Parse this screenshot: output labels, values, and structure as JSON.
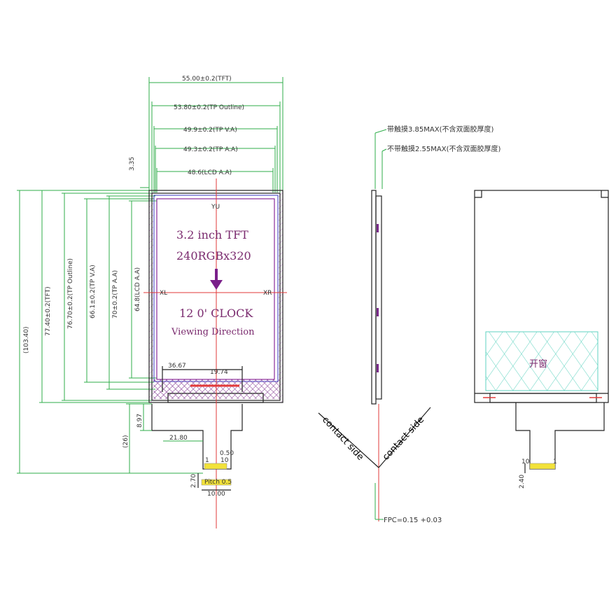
{
  "front_view": {
    "dims_horizontal": [
      "55.00±0.2(TFT)",
      "53.80±0.2(TP Outline)",
      "49.9±0.2(TP V.A)",
      "49.3±0.2(TP A.A)",
      "48.6(LCD A.A)"
    ],
    "dim_top_offset": "3.35",
    "dims_vertical": [
      "(103.40)",
      "77.40±0.2(TFT)",
      "76.70±0.2(TP Outline)",
      "66.1±0.2(TP V.A)",
      "70±0.2(TP A.A)",
      "64.8(LCD A.A)"
    ],
    "screen_text": {
      "size_label": "3.2 inch TFT",
      "resolution": "240RGBx320",
      "clock": "12 0' CLOCK",
      "viewing": "Viewing Direction"
    },
    "axis_labels": {
      "top": "YU",
      "left": "XL",
      "right": "XR"
    },
    "bottom_dims": [
      "36.67",
      "19.74"
    ],
    "fpc_dims": [
      "8.97",
      "(26)",
      "21.80",
      "2.70",
      "10.00",
      "0.50"
    ],
    "fpc_pin_labels": [
      "1",
      "10"
    ],
    "fpc_small_text": "Pitch 0.5"
  },
  "side_view": {
    "notes": [
      "带触摸3.85MAX(不含双面胶厚度)",
      "不带触摸2.55MAX(不含双面胶厚度)"
    ],
    "contact_left": "contact side",
    "contact_right": "contact side",
    "fpc_thickness": "FPC=0.15 +0.03"
  },
  "back_view": {
    "window_label": "开窗",
    "pin_labels": [
      "10",
      "1"
    ],
    "dim_bottom": "2.40"
  },
  "colors": {
    "dim_line": "#2fae4a",
    "outline": "#222222",
    "center_line": "#e23a3a",
    "lcd_area": "#8a2a9a",
    "window_hatch": "#5fd3c0",
    "fpc_pad": "#f2e23a"
  }
}
